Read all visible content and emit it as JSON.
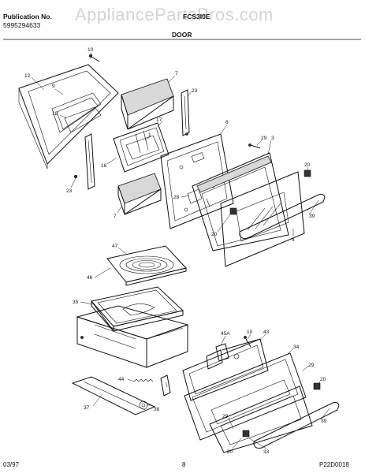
{
  "header": {
    "publication_label": "Publication No.",
    "publication_number": "5995294633",
    "model": "FCS3I0E",
    "section_title": "DOOR",
    "watermark": "AppliancePartsPros.com"
  },
  "footer": {
    "date": "03/97",
    "page_number": "8",
    "diagram_code": "P22D0018"
  },
  "callouts": {
    "c10a": "10",
    "c12": "12",
    "c9": "9",
    "c7a": "7",
    "c23a": "23",
    "c18": "18",
    "c17": "17",
    "c6": "6",
    "c29a": "29",
    "c3": "3",
    "c16": "16",
    "c1": "1",
    "c20a": "20",
    "c23b": "23",
    "c28": "28",
    "c7b": "7",
    "c39a": "39",
    "c20b": "20",
    "c4": "4",
    "c47": "47",
    "c46": "46",
    "c35": "35",
    "c45a": "45A",
    "c10b": "10",
    "c43": "43",
    "c34": "34",
    "c29b": "29",
    "c44": "44",
    "c20c": "20",
    "c37": "37",
    "c38": "38",
    "c39b": "39",
    "c29c": "29",
    "c20d": "20",
    "c33": "33"
  }
}
